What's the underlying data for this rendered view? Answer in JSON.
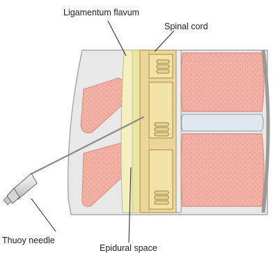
{
  "labels": {
    "ligamentum_flavum": "Ligamentum flavum",
    "spinal_cord": "Spinal cord",
    "tuohy_needle": "Thuoy needle",
    "epidural_space": "Epidural space"
  },
  "colors": {
    "background_tissue": "#e8e8e8",
    "bone_pink": "#f2b0a2",
    "bone_outline": "#d38f82",
    "ligament_yellow": "#f3f0c2",
    "epidural_yellow": "#e9e6a6",
    "cord_tan": "#ecd79a",
    "nerve_root": "#f3e3a6",
    "disc_blue": "#dfe8ef",
    "needle_grey": "#8a8a8a"
  }
}
